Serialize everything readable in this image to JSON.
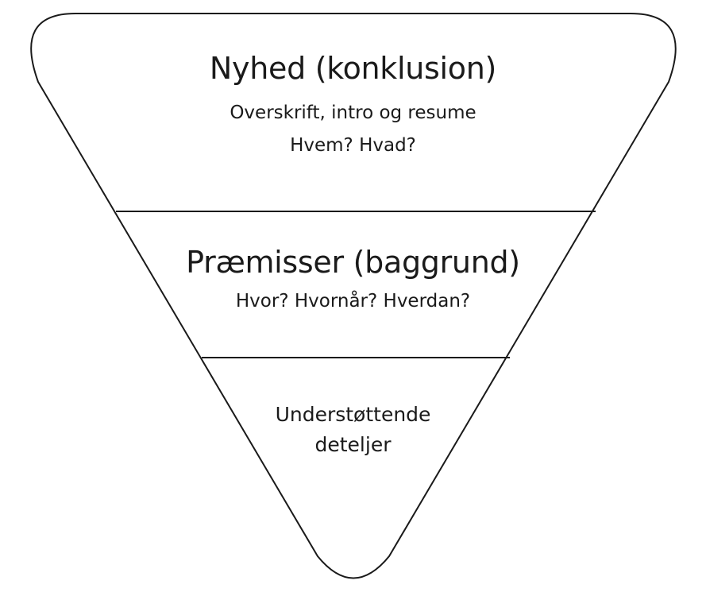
{
  "pyramid": {
    "tier1": {
      "title": "Nyhed (konklusion)",
      "line1": "Overskrift, intro og resume",
      "line2": "Hvem? Hvad?"
    },
    "tier2": {
      "title": "Præmisser (baggrund)",
      "line1": "Hvor? Hvornår? Hverdan?"
    },
    "tier3": {
      "line1": "Understøttende",
      "line2": "deteljer"
    }
  },
  "colors": {
    "stroke": "#1a1a1a",
    "fill": "#ffffff",
    "text": "#1a1a1a"
  }
}
